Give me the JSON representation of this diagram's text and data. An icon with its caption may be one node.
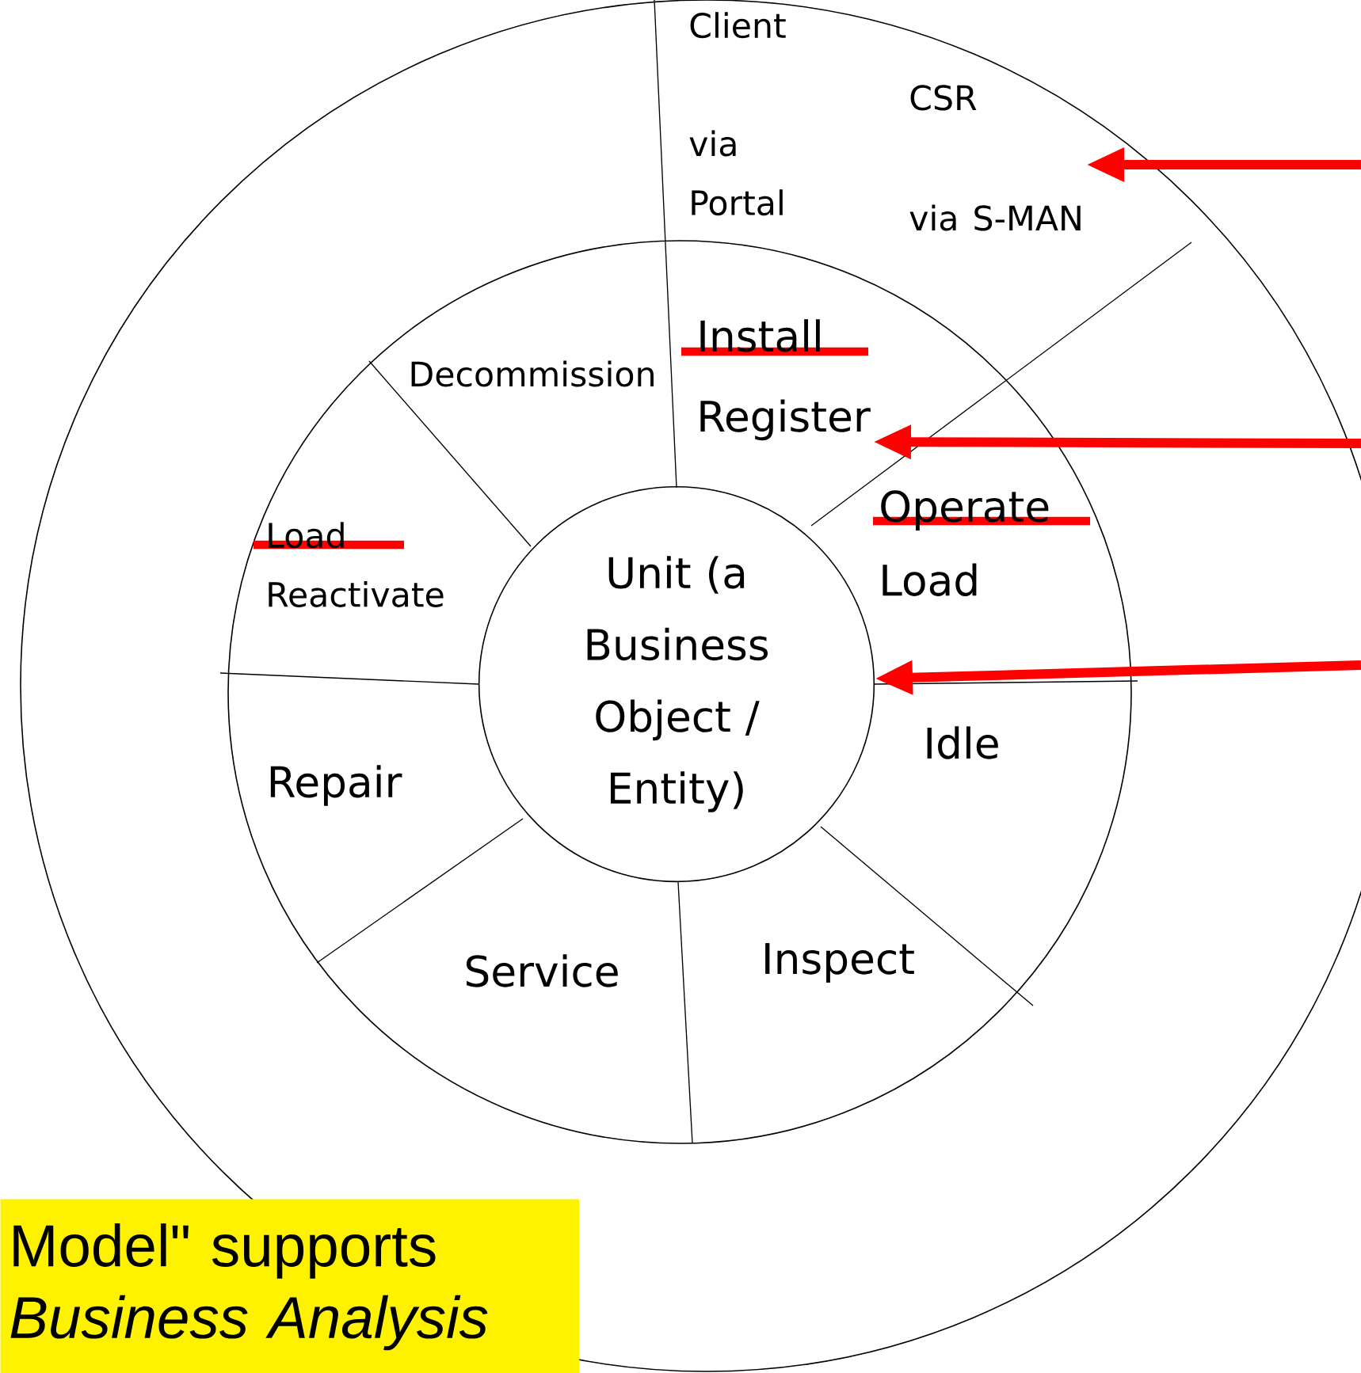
{
  "diagram": {
    "nodes": [
      {
        "text": [
          "Client",
          "via Portal"
        ]
      },
      {
        "text": [
          "CSR",
          "via S-MAN"
        ]
      },
      {
        "text": [
          "Decommission"
        ]
      },
      {
        "text": [
          "Install",
          "Register"
        ]
      },
      {
        "text": [
          "Operate",
          "Load"
        ]
      },
      {
        "text": [
          "Load",
          "Reactivate"
        ]
      },
      {
        "text": [
          "Unit (a Business Object / Entity)"
        ]
      },
      {
        "text": [
          "Idle"
        ]
      },
      {
        "text": [
          "Repair"
        ]
      },
      {
        "text": [
          "Service"
        ]
      },
      {
        "text": [
          "Inspect"
        ]
      },
      {
        "text": [
          "Model\" supports *Business Analysis*"
        ]
      }
    ],
    "edges": [
      {
        "from": null,
        "to": 1,
        "arrow": "to"
      },
      {
        "from": null,
        "to": 3,
        "arrow": "to"
      },
      {
        "from": null,
        "to": 6,
        "arrow": "to"
      }
    ]
  }
}
